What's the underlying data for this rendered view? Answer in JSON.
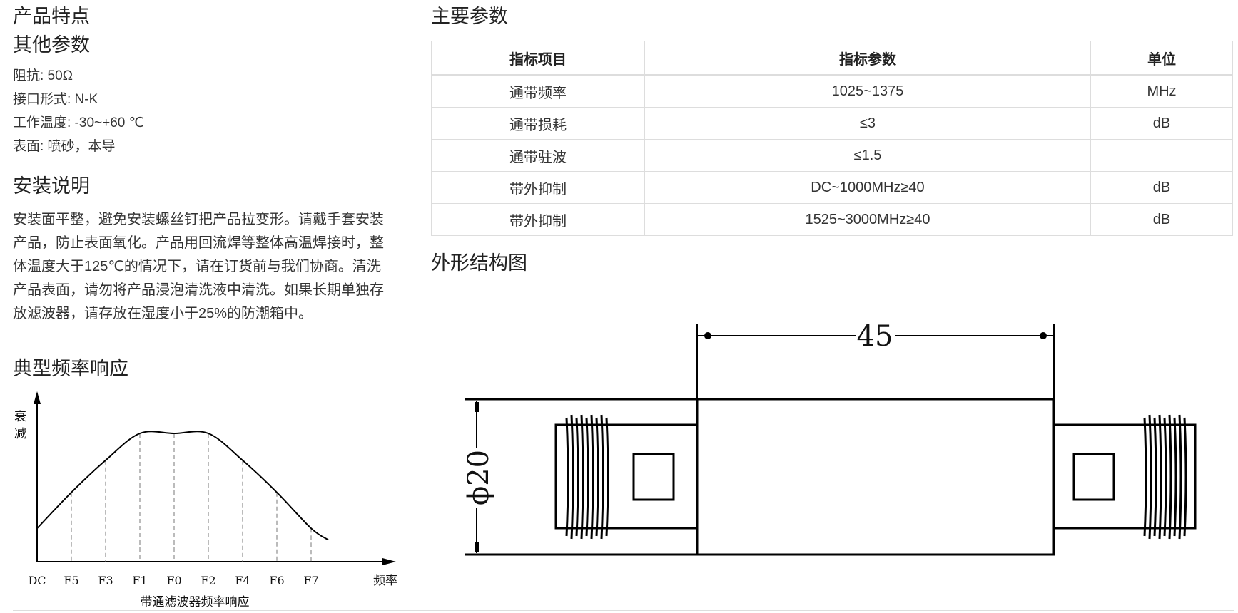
{
  "left": {
    "features_title": "产品特点",
    "other_params_title": "其他参数",
    "other_params": [
      "阻抗: 50Ω",
      "接口形式: N-K",
      "工作温度: -30~+60 ℃",
      "表面: 喷砂，本导"
    ],
    "install_title": "安装说明",
    "install_text": "安装面平整，避免安装螺丝钉把产品拉变形。请戴手套安装产品，防止表面氧化。产品用回流焊等整体高温焊接时，整体温度大于125℃的情况下，请在订货前与我们协商。清洗产品表面，请勿将产品浸泡清洗液中清洗。如果长期单独存放滤波器，请存放在湿度小于25%的防潮箱中。",
    "response_title": "典型频率响应"
  },
  "right": {
    "main_params_title": "主要参数",
    "table": {
      "headers": [
        "指标项目",
        "指标参数",
        "单位"
      ],
      "rows": [
        [
          "通带频率",
          "1025~1375",
          "MHz"
        ],
        [
          "通带损耗",
          "≤3",
          "dB"
        ],
        [
          "通带驻波",
          "≤1.5",
          ""
        ],
        [
          "带外抑制",
          "DC~1000MHz≥40",
          "dB"
        ],
        [
          "带外抑制",
          "1525~3000MHz≥40",
          "dB"
        ]
      ]
    },
    "outline_title": "外形结构图",
    "drawing": {
      "length_label": "45",
      "diameter_label": "ϕ20"
    }
  },
  "chart_data": {
    "type": "line",
    "title": "",
    "caption": "带通滤波器频率响应",
    "ylabel": "衰减",
    "xlabel": "频率",
    "categories": [
      "DC",
      "F5",
      "F3",
      "F1",
      "F0",
      "F2",
      "F4",
      "F6",
      "F7"
    ],
    "x": [
      0,
      1,
      2,
      3,
      4,
      5,
      6,
      7,
      8,
      8.5
    ],
    "y": [
      0.26,
      0.54,
      0.79,
      1.0,
      1.0,
      1.0,
      0.79,
      0.54,
      0.26,
      0.17
    ],
    "ylim": [
      0,
      1.25
    ],
    "grid": false,
    "dashed_guides_at": [
      "F5",
      "F3",
      "F1",
      "F0",
      "F2",
      "F4",
      "F6",
      "F7"
    ],
    "series": [
      {
        "values": [
          0.26,
          0.54,
          0.79,
          1.0,
          1.0,
          1.0,
          0.79,
          0.54,
          0.26
        ]
      }
    ]
  }
}
